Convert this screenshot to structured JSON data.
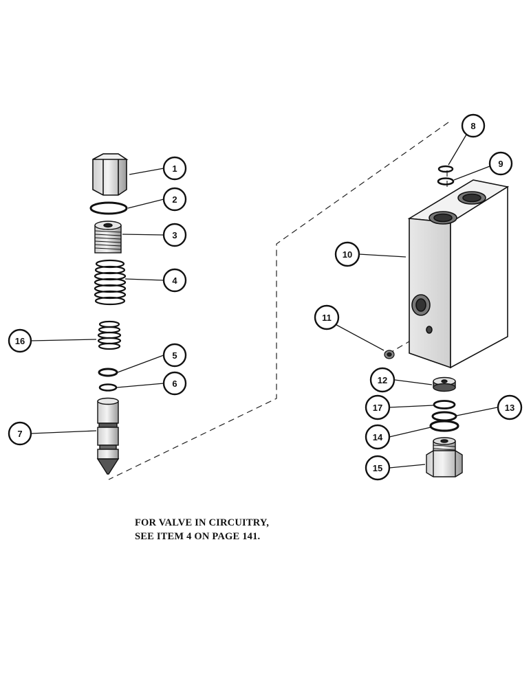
{
  "callouts": [
    {
      "number": "1"
    },
    {
      "number": "2"
    },
    {
      "number": "3"
    },
    {
      "number": "4"
    },
    {
      "number": "5"
    },
    {
      "number": "6"
    },
    {
      "number": "7"
    },
    {
      "number": "8"
    },
    {
      "number": "9"
    },
    {
      "number": "10"
    },
    {
      "number": "11"
    },
    {
      "number": "12"
    },
    {
      "number": "13"
    },
    {
      "number": "14"
    },
    {
      "number": "15"
    },
    {
      "number": "16"
    },
    {
      "number": "17"
    }
  ],
  "note": {
    "line1": "FOR VALVE IN CIRCUITRY,",
    "line2": "SEE ITEM 4 ON PAGE 141."
  }
}
